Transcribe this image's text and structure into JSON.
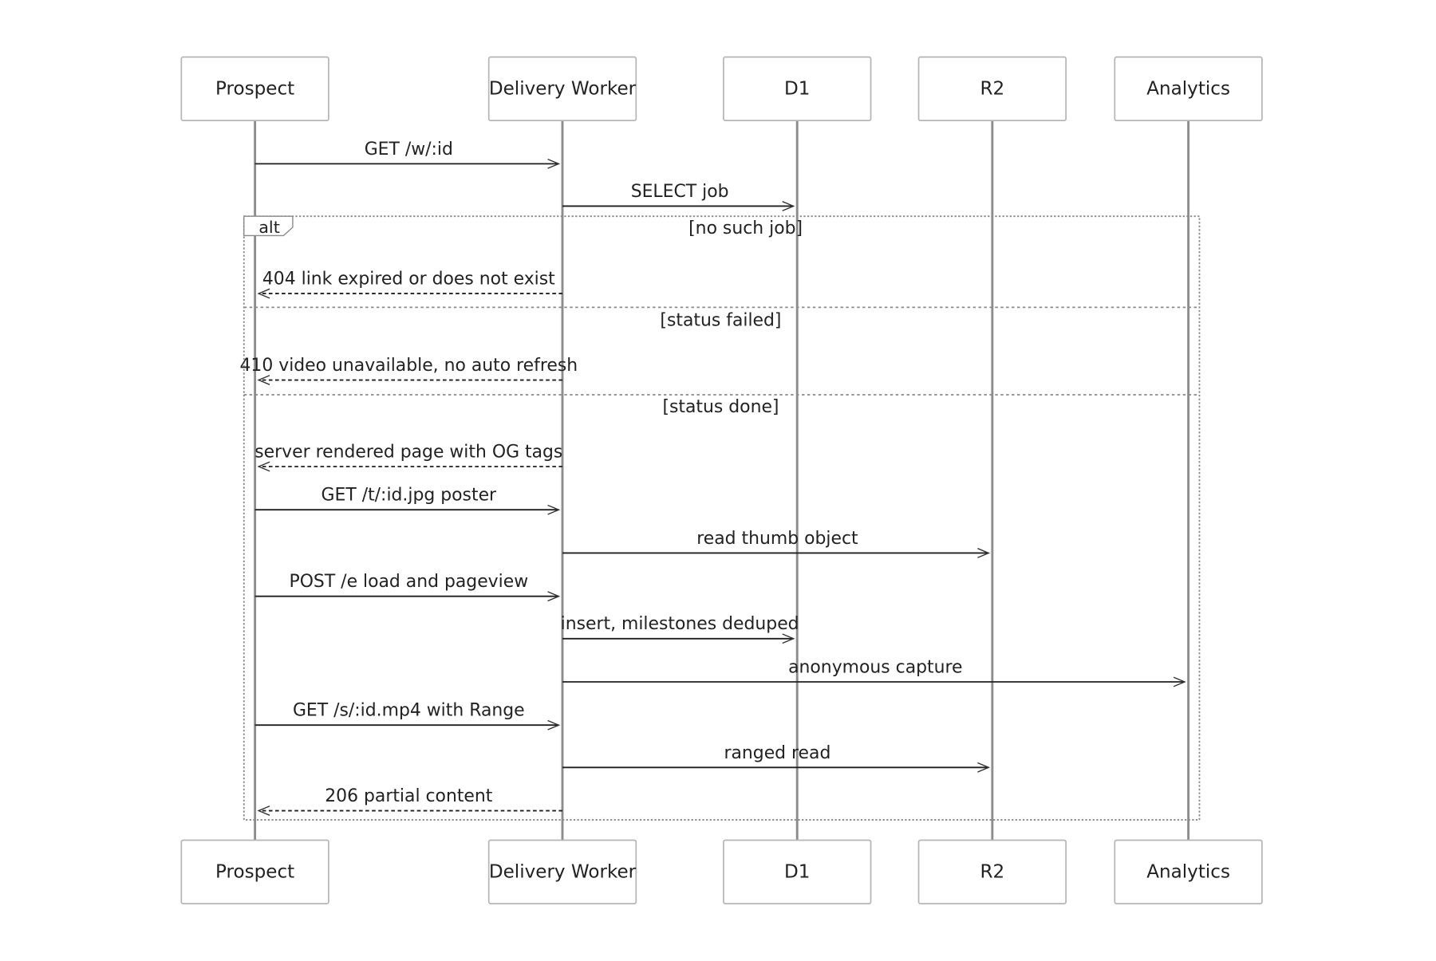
{
  "diagram": {
    "type": "sequence",
    "participants": [
      {
        "id": "prospect",
        "label": "Prospect"
      },
      {
        "id": "worker",
        "label": "Delivery Worker"
      },
      {
        "id": "d1",
        "label": "D1"
      },
      {
        "id": "r2",
        "label": "R2"
      },
      {
        "id": "analytics",
        "label": "Analytics"
      }
    ],
    "messages": [
      {
        "from": "prospect",
        "to": "worker",
        "label": "GET /w/:id",
        "style": "solid"
      },
      {
        "from": "worker",
        "to": "d1",
        "label": "SELECT job",
        "style": "solid"
      },
      {
        "from": "worker",
        "to": "prospect",
        "label": "404 link expired or does not exist",
        "style": "dashed"
      },
      {
        "from": "worker",
        "to": "prospect",
        "label": "410 video unavailable, no auto refresh",
        "style": "dashed"
      },
      {
        "from": "worker",
        "to": "prospect",
        "label": "server rendered page with OG tags",
        "style": "dashed"
      },
      {
        "from": "prospect",
        "to": "worker",
        "label": "GET /t/:id.jpg poster",
        "style": "solid"
      },
      {
        "from": "worker",
        "to": "r2",
        "label": "read thumb object",
        "style": "solid"
      },
      {
        "from": "prospect",
        "to": "worker",
        "label": "POST /e load and pageview",
        "style": "solid"
      },
      {
        "from": "worker",
        "to": "d1",
        "label": "insert, milestones deduped",
        "style": "solid"
      },
      {
        "from": "worker",
        "to": "analytics",
        "label": "anonymous capture",
        "style": "solid"
      },
      {
        "from": "prospect",
        "to": "worker",
        "label": "GET /s/:id.mp4 with Range",
        "style": "solid"
      },
      {
        "from": "worker",
        "to": "r2",
        "label": "ranged read",
        "style": "solid"
      },
      {
        "from": "worker",
        "to": "prospect",
        "label": "206 partial content",
        "style": "dashed"
      }
    ],
    "alt_frame": {
      "kind": "alt",
      "sections": [
        {
          "condition": "[no such job]"
        },
        {
          "condition": "[status failed]"
        },
        {
          "condition": "[status done]"
        }
      ]
    }
  }
}
